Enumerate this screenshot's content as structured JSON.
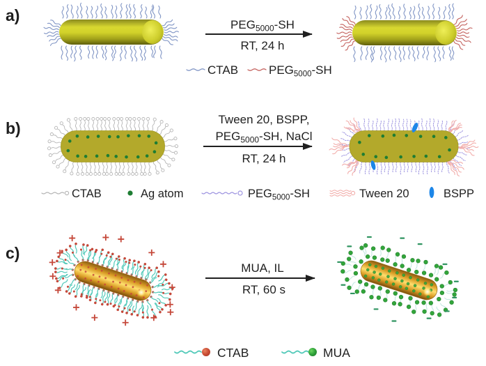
{
  "figure_type": "nanorod-surface-functionalization-scheme",
  "panel_a": {
    "label": "a)",
    "reagent": {
      "pre": "PEG",
      "sub": "5000",
      "post": "-SH"
    },
    "condition": "RT, 24 h",
    "legend": {
      "ctab": "CTAB",
      "peg": {
        "pre": "PEG",
        "sub": "5000",
        "post": "-SH"
      }
    }
  },
  "panel_b": {
    "label": "b)",
    "reagent_line1": "Tween 20, BSPP,",
    "reagent_line2": {
      "pre": "PEG",
      "sub": "5000",
      "post": "-SH, NaCl"
    },
    "condition": "RT, 24 h",
    "legend": {
      "ctab": "CTAB",
      "ag": "Ag atom",
      "peg": {
        "pre": "PEG",
        "sub": "5000",
        "post": "-SH"
      },
      "tween": "Tween 20",
      "bspp": "BSPP"
    }
  },
  "panel_c": {
    "label": "c)",
    "reagent": "MUA, IL",
    "condition": "RT, 60 s",
    "legend": {
      "ctab": "CTAB",
      "mua": "MUA"
    }
  },
  "colors": {
    "background": "#ffffff",
    "text": "#1f1f1f",
    "ctab_blue": "#8095c5",
    "peg_red": "#c4625e",
    "ctab_gray": "#b5b5b5",
    "ag_green": "#1e7d33",
    "olive_rod": "#b3a92b",
    "olive_rod_edge": "#a39a25",
    "peg_purple": "#9d94e0",
    "tween_pink": "#f2aeab",
    "bspp_blue": "#1d86e8",
    "ctab_teal": "#52c9b9",
    "ctab_teal_pale": "#c2e7e0",
    "head_red": "#c5483a",
    "mua_green": "#33a53b",
    "mua_green_dark": "#1d7a28",
    "plus_red": "#c5483a",
    "minus_green": "#2f9460",
    "gold_light": "#ffdf6e",
    "gold_mid": "#d99b24",
    "gold_dark": "#8a5c12",
    "rod_yellow": "#d8d830"
  }
}
